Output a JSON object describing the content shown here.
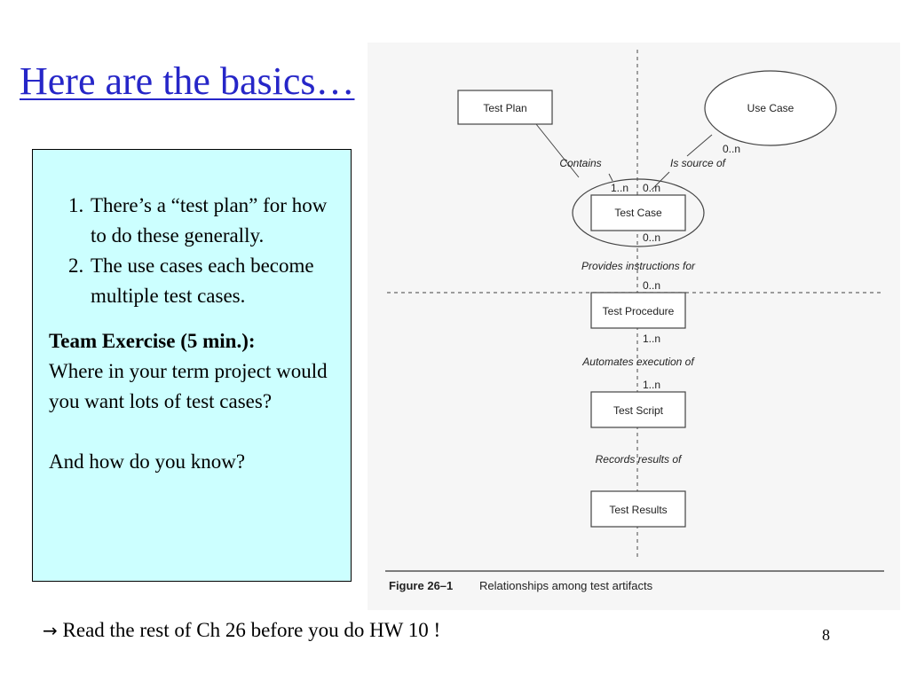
{
  "slide": {
    "title": "Here are the basics…",
    "page_number": "8"
  },
  "textbox": {
    "items": [
      "There’s a “test plan” for how to do these generally.",
      "The use cases each become multiple test cases."
    ],
    "exercise_heading": "Team Exercise (5 min.):",
    "exercise_body": "Where in your term project would you want lots of test cases?",
    "exercise_question": "And how do you know?"
  },
  "figure": {
    "nodes": {
      "test_plan": "Test Plan",
      "use_case": "Use Case",
      "test_case": "Test Case",
      "test_procedure": "Test Procedure",
      "test_script": "Test Script",
      "test_results": "Test Results"
    },
    "relations": {
      "contains": "Contains",
      "is_source_of": "Is source of",
      "provides_instructions_for": "Provides instructions for",
      "automates_execution_of": "Automates execution of",
      "records_results_of": "Records results of"
    },
    "multiplicities": {
      "use_case_out": "0..n",
      "test_case_in_left": "1..n",
      "test_case_in_right": "0..n",
      "test_case_out": "0..n",
      "procedure_in": "0..n",
      "procedure_out": "1..n",
      "script_in": "1..n"
    },
    "caption_label": "Figure 26–1",
    "caption_text": "Relationships among test artifacts"
  },
  "footer": {
    "arrow_icon": "→",
    "text": "Read the rest of Ch 26 before you do HW 10 !"
  }
}
